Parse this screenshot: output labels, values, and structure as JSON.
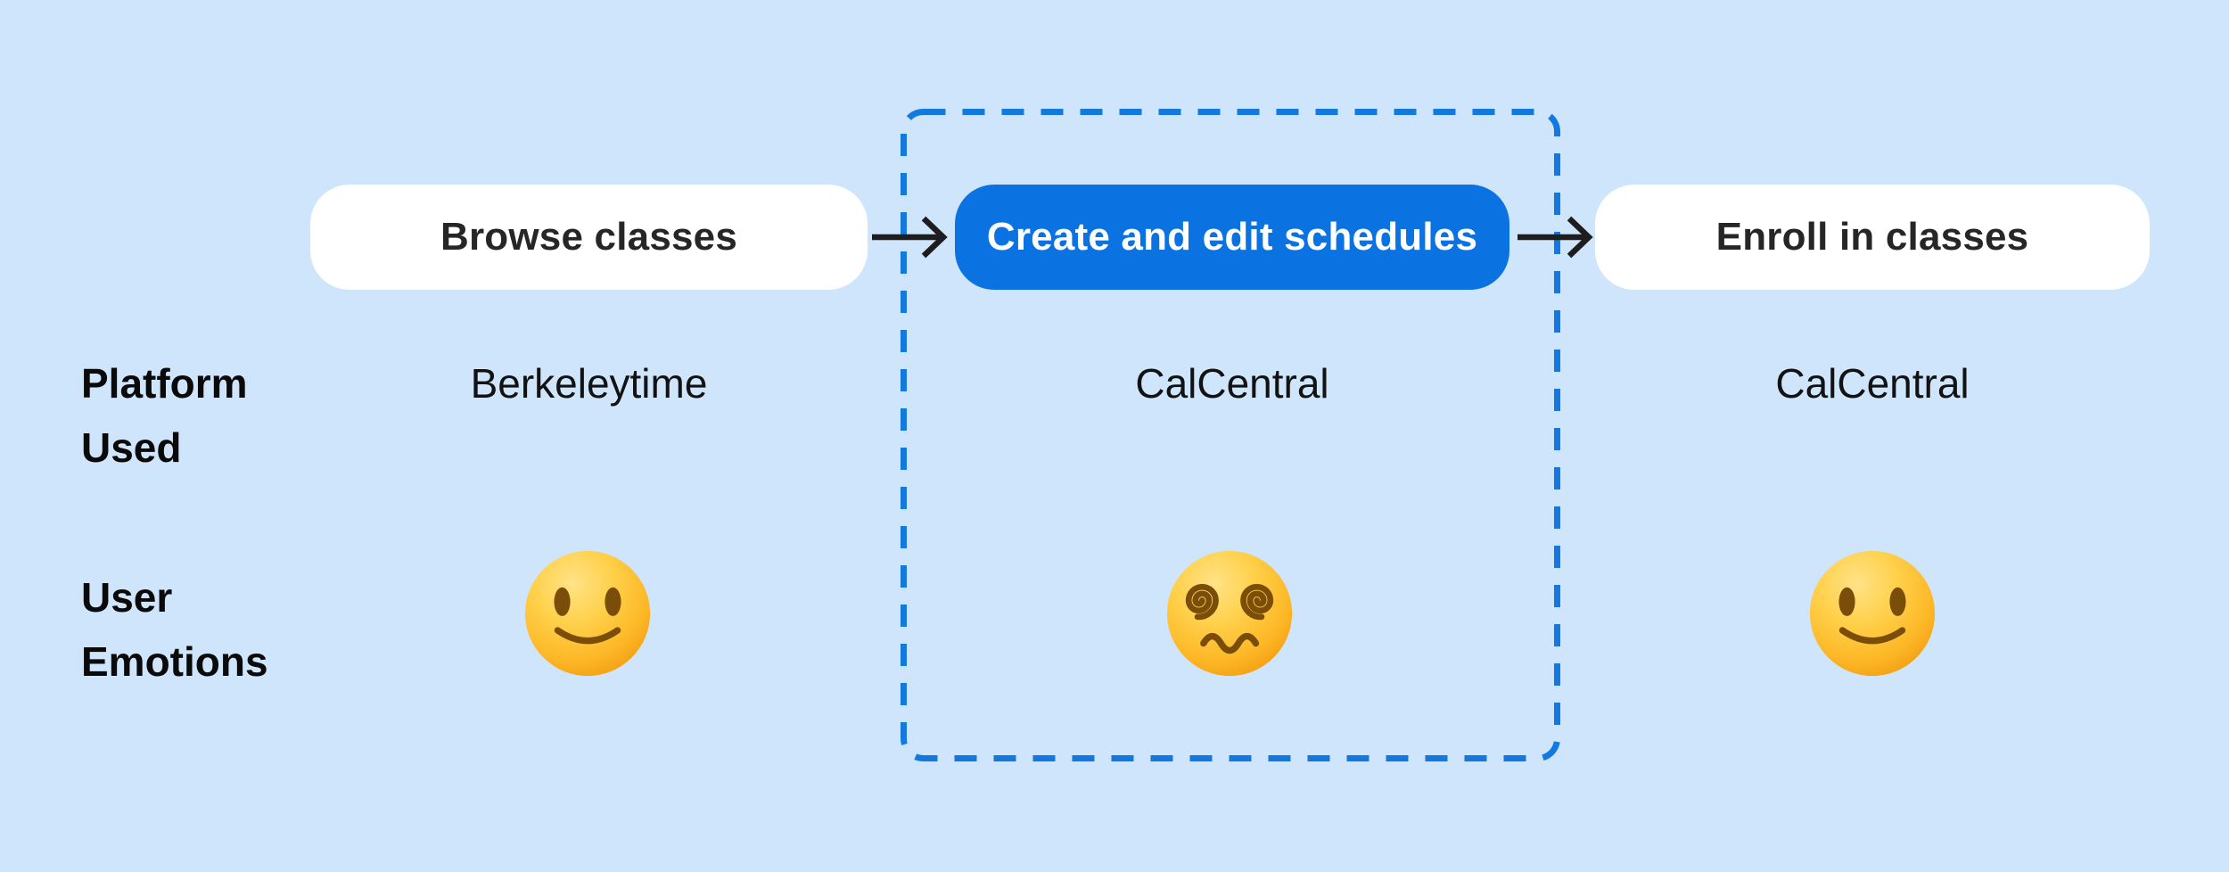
{
  "colors": {
    "background": "#cfe5fc",
    "accent-blue": "#0b72e2",
    "dashed-border": "#1478e1",
    "arrow": "#1d1d1f",
    "text-dark": "#121212",
    "label-dark": "#0a0a0a",
    "step-text": "#262626"
  },
  "flow": {
    "steps": [
      {
        "label": "Browse classes",
        "state": "default"
      },
      {
        "label": "Create and edit schedules",
        "state": "highlighted"
      },
      {
        "label": "Enroll in classes",
        "state": "default"
      }
    ],
    "arrow_icon": "right-arrow",
    "highlight_region": "dashed-box-around-middle-step"
  },
  "rows": {
    "platform": {
      "label": "Platform Used",
      "values": [
        "Berkeleytime",
        "CalCentral",
        "CalCentral"
      ]
    },
    "emotions": {
      "label": "User Emotions",
      "emojis": [
        "slightly-smiling-face",
        "face-with-spiral-eyes",
        "slightly-smiling-face"
      ]
    }
  }
}
